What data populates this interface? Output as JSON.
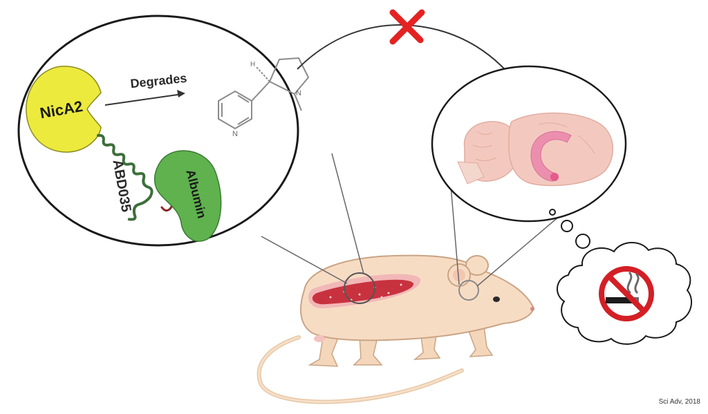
{
  "labels": {
    "enzyme": "NicA2",
    "action": "Degrades",
    "linker": "ABD035",
    "carrier": "Albumin"
  },
  "source": "Sci Adv, 2018",
  "colors": {
    "enzyme": "#ecea3c",
    "carrier": "#5fb24e",
    "block_mark": "#e52222",
    "blood_vessel": "#c8323f",
    "mouse_body": "#f7dcc4",
    "brain": "#f3c9bf",
    "reward_area": "#ec8fae",
    "no_smoking_sign": "#d41f26"
  },
  "icons": [
    "block-x-icon",
    "no-smoking-icon",
    "nicotine-molecule-icon",
    "brain-icon",
    "mouse-icon"
  ]
}
